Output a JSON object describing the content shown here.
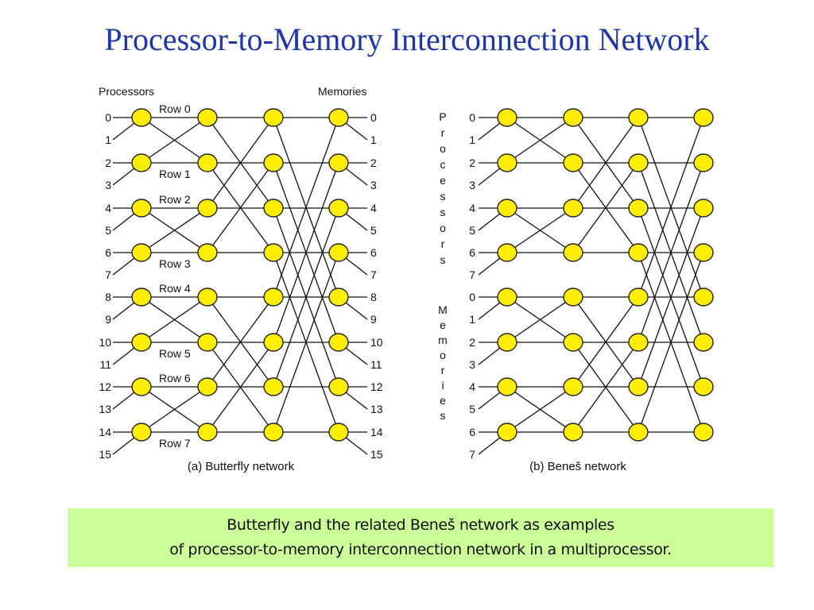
{
  "title": "Processor-to-Memory Interconnection Network",
  "butterfly": {
    "caption": "(a) Butterfly network",
    "processors_label": "Processors",
    "memories_label": "Memories",
    "input_labels": [
      "0",
      "1",
      "2",
      "3",
      "4",
      "5",
      "6",
      "7",
      "8",
      "9",
      "10",
      "11",
      "12",
      "13",
      "14",
      "15"
    ],
    "output_labels": [
      "0",
      "1",
      "2",
      "3",
      "4",
      "5",
      "6",
      "7",
      "8",
      "9",
      "10",
      "11",
      "12",
      "13",
      "14",
      "15"
    ],
    "row_labels": [
      "Row  0",
      "Row  1",
      "Row  2",
      "Row  3",
      "Row  4",
      "Row  5",
      "Row  6",
      "Row  7"
    ],
    "rows": 8,
    "stages": 4,
    "stage_links": [
      1,
      2,
      4
    ]
  },
  "benes": {
    "caption": "(b) Beneš network",
    "processors_vertical": [
      "P",
      "r",
      "o",
      "c",
      "e",
      "s",
      "s",
      "o",
      "r",
      "s"
    ],
    "memories_vertical": [
      "M",
      "e",
      "m",
      "o",
      "r",
      "i",
      "e",
      "s"
    ],
    "input_labels": [
      "0",
      "1",
      "2",
      "3",
      "4",
      "5",
      "6",
      "7",
      "0",
      "1",
      "2",
      "3",
      "4",
      "5",
      "6",
      "7"
    ],
    "rows": 8,
    "stages": 4,
    "stage_links": [
      1,
      2,
      4
    ]
  },
  "colors": {
    "node_fill": "#ffee00",
    "node_stroke": "#222222",
    "title": "#1f35a8",
    "caption_bg": "#ccff99"
  },
  "caption_box": {
    "line1": "Butterfly and the related Beneš network as examples",
    "line2": "of processor-to-memory interconnection network in a multiprocessor."
  }
}
